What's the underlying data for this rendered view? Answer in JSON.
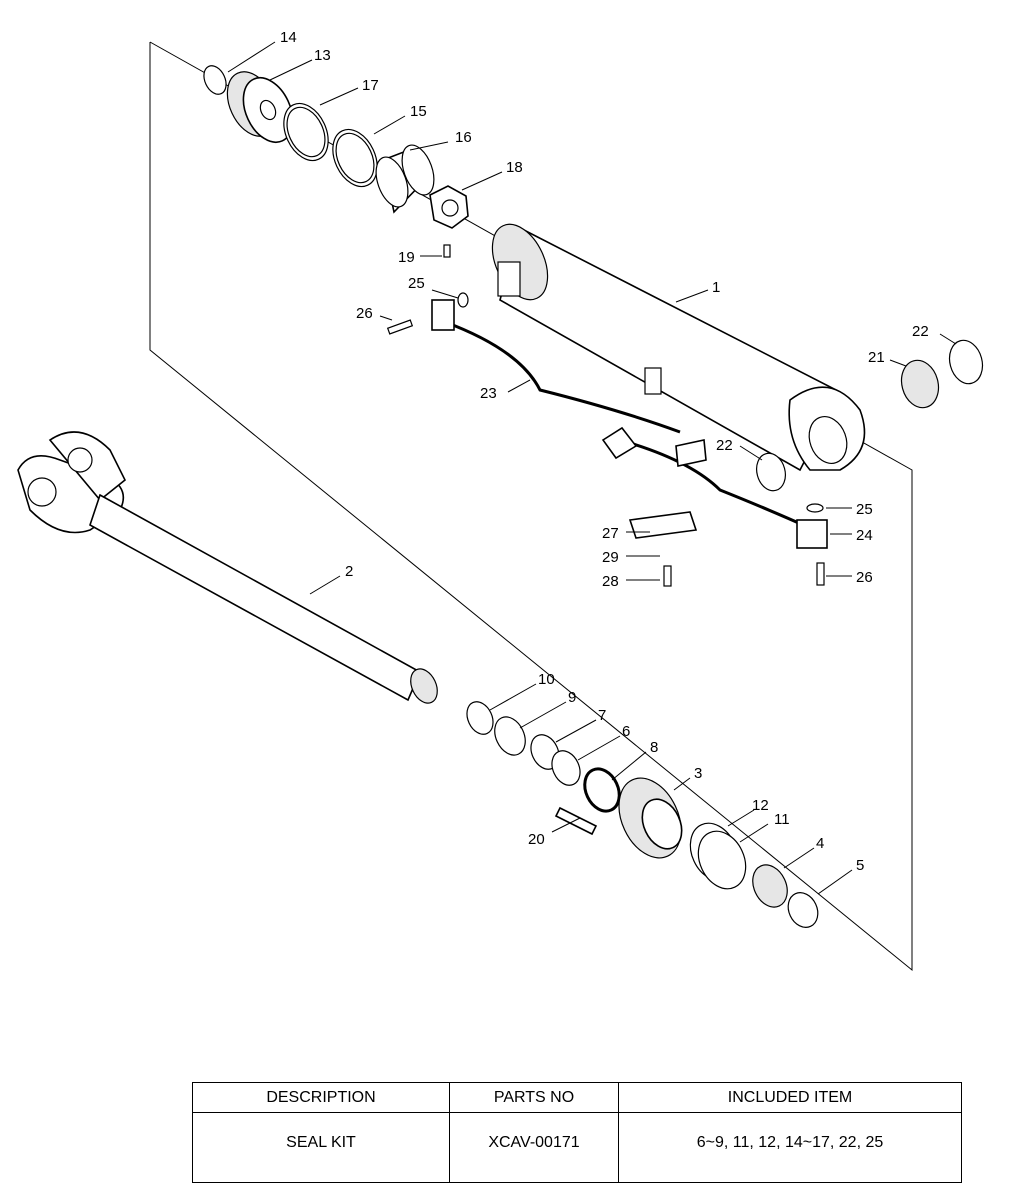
{
  "callouts": [
    "1",
    "2",
    "3",
    "4",
    "5",
    "6",
    "7",
    "8",
    "9",
    "10",
    "11",
    "12",
    "13",
    "14",
    "15",
    "16",
    "17",
    "18",
    "19",
    "20",
    "21",
    "22",
    "22",
    "23",
    "24",
    "25",
    "25",
    "26",
    "26",
    "27",
    "28",
    "29"
  ],
  "table": {
    "headers": [
      "DESCRIPTION",
      "PARTS NO",
      "INCLUDED ITEM"
    ],
    "rows": [
      [
        "SEAL KIT",
        "XCAV-00171",
        "6~9, 11, 12, 14~17, 22, 25"
      ]
    ]
  }
}
